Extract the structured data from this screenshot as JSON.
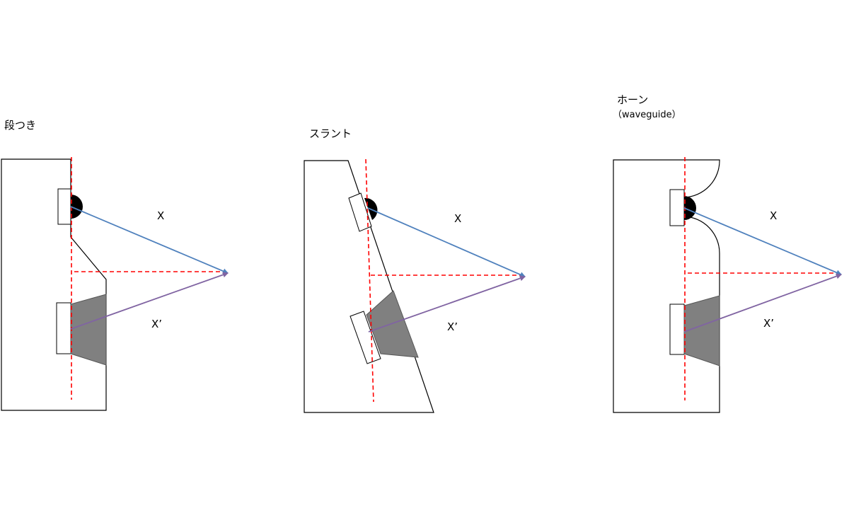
{
  "panels": [
    {
      "title": "段つき",
      "label_x": "X",
      "label_xprime": "X’"
    },
    {
      "title": "スラント",
      "label_x": "X",
      "label_xprime": "X’"
    },
    {
      "title": "ホーン",
      "subtitle": "（waveguide）",
      "label_x": "X",
      "label_xprime": "X’"
    }
  ],
  "colors": {
    "outline": "#000000",
    "reference_line": "#ff0000",
    "tweeter_ray": "#4f81bd",
    "woofer_ray": "#8064a2",
    "cone_fill": "#808080",
    "dome_fill": "#000000"
  }
}
